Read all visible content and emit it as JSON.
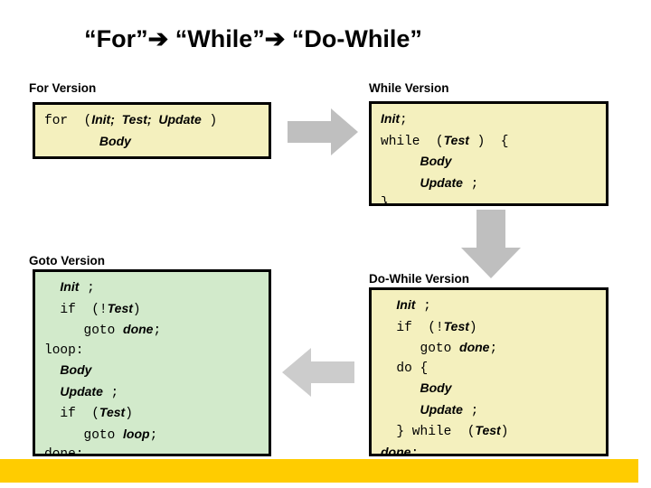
{
  "slide": {
    "title": "“For”➔ “While”➔ “Do-While”",
    "accent_bar_color": "#FFCC00",
    "background_color": "#FFFFFF"
  },
  "palette": {
    "cream_box": "#F4F0BE",
    "green_box": "#D2EACB",
    "box_border": "#000000",
    "arrow_fill": "#BFBFBF",
    "text": "#000000"
  },
  "blocks": {
    "for_version": {
      "caption": "For Version",
      "fill": "#F4F0BE",
      "lines": [
        {
          "code": "for  (",
          "meta1": "Init;  Test;  Update",
          "code2": " )"
        },
        {
          "code": "        ",
          "meta1": "Body",
          "code2": ""
        }
      ],
      "plain_lines": [
        "for  (Init;  Test;  Update )",
        "        Body"
      ]
    },
    "while_version": {
      "caption": "While Version",
      "fill": "#F4F0BE",
      "plain_lines": [
        "Init;",
        "while  (Test )  {",
        "      Body",
        "      Update ;",
        "}"
      ]
    },
    "goto_version": {
      "caption": "Goto Version",
      "fill": "#D2EACB",
      "plain_lines": [
        "   Init ;",
        "   if  (!Test)",
        "      goto done;",
        "loop:",
        "   Body",
        "   Update ;",
        "   if  (Test)",
        "      goto loop;",
        "done:"
      ]
    },
    "do_while_version": {
      "caption": "Do-While Version",
      "fill": "#F4F0BE",
      "plain_lines": [
        "   Init ;",
        "   if  (!Test)",
        "      goto done;",
        "   do {",
        "      Body",
        "      Update ;",
        "   } while  (Test)",
        "done:"
      ]
    }
  },
  "arrows": {
    "for_to_while": {
      "name": "arrow-right",
      "direction": "right",
      "color": "#BFBFBF"
    },
    "while_to_dowhile": {
      "name": "arrow-down",
      "direction": "down",
      "color": "#BFBFBF"
    },
    "dowhile_to_goto": {
      "name": "arrow-left",
      "direction": "left",
      "color": "#BFBFBF"
    }
  }
}
